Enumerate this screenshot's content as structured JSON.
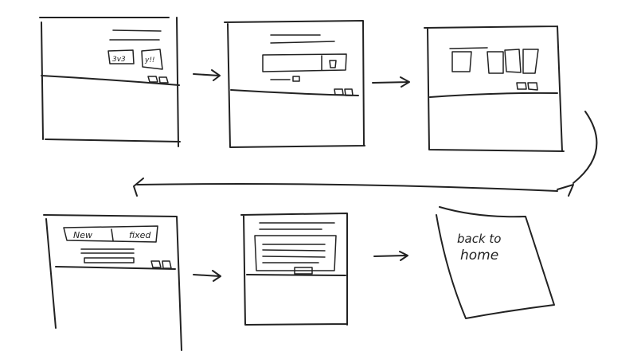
{
  "frames": [
    {
      "name": "screen-1",
      "buttons": [
        "3v3",
        "y!!"
      ]
    },
    {
      "name": "screen-2"
    },
    {
      "name": "screen-3"
    },
    {
      "name": "screen-4",
      "tabs": [
        "New",
        "fixed"
      ]
    },
    {
      "name": "screen-5"
    },
    {
      "name": "screen-6",
      "note_line1": "back to",
      "note_line2": "home"
    }
  ]
}
